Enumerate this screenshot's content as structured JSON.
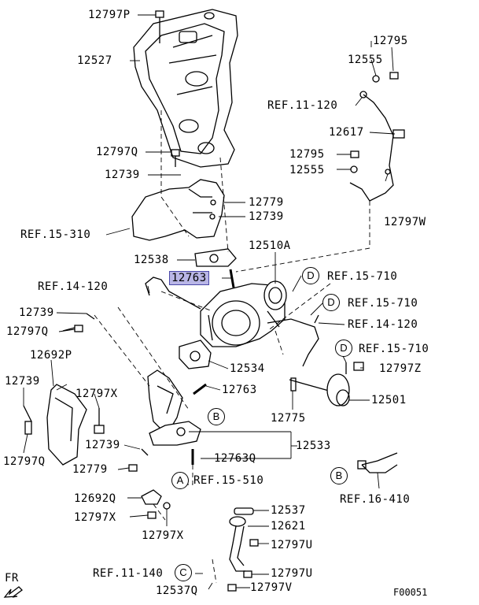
{
  "diagram": {
    "figure_code": "F00051",
    "direction_label": "FR",
    "highlighted_part": "12763",
    "labels": {
      "p12797P": "12797P",
      "p12527": "12527",
      "p12797Q_a": "12797Q",
      "p12739_a": "12739",
      "p12779_a": "12779",
      "p12739_b": "12739",
      "ref15_310": "REF.15-310",
      "p12538": "12538",
      "p12510A": "12510A",
      "ref14_120_a": "REF.14-120",
      "p12763_hl": "12763",
      "p12739_c": "12739",
      "p12797Q_b": "12797Q",
      "p12692P": "12692P",
      "p12739_d": "12739",
      "p12797X_a": "12797X",
      "p12797Q_c": "12797Q",
      "p12739_e": "12739",
      "p12779_b": "12779",
      "p12692Q": "12692Q",
      "p12797X_b": "12797X",
      "p12797X_c": "12797X",
      "ref11_140": "REF.11-140",
      "p12537Q": "12537Q",
      "p12795_a": "12795",
      "p12555_a": "12555",
      "ref11_120": "REF.11-120",
      "p12617": "12617",
      "p12795_b": "12795",
      "p12555_b": "12555",
      "p12797W": "12797W",
      "ref15_710_a": "REF.15-710",
      "ref15_710_b": "REF.15-710",
      "ref14_120_b": "REF.14-120",
      "ref15_710_c": "REF.15-710",
      "p12797Z": "12797Z",
      "p12534": "12534",
      "p12763": "12763",
      "p12501": "12501",
      "p12775": "12775",
      "p12533": "12533",
      "p12763Q": "12763Q",
      "ref15_510": "REF.15-510",
      "ref16_410": "REF.16-410",
      "p12537": "12537",
      "p12621": "12621",
      "p12797U_a": "12797U",
      "p12797U_b": "12797U",
      "p12797V": "12797V"
    },
    "callouts": {
      "A": "A",
      "B": "B",
      "C": "C",
      "D": "D"
    }
  }
}
